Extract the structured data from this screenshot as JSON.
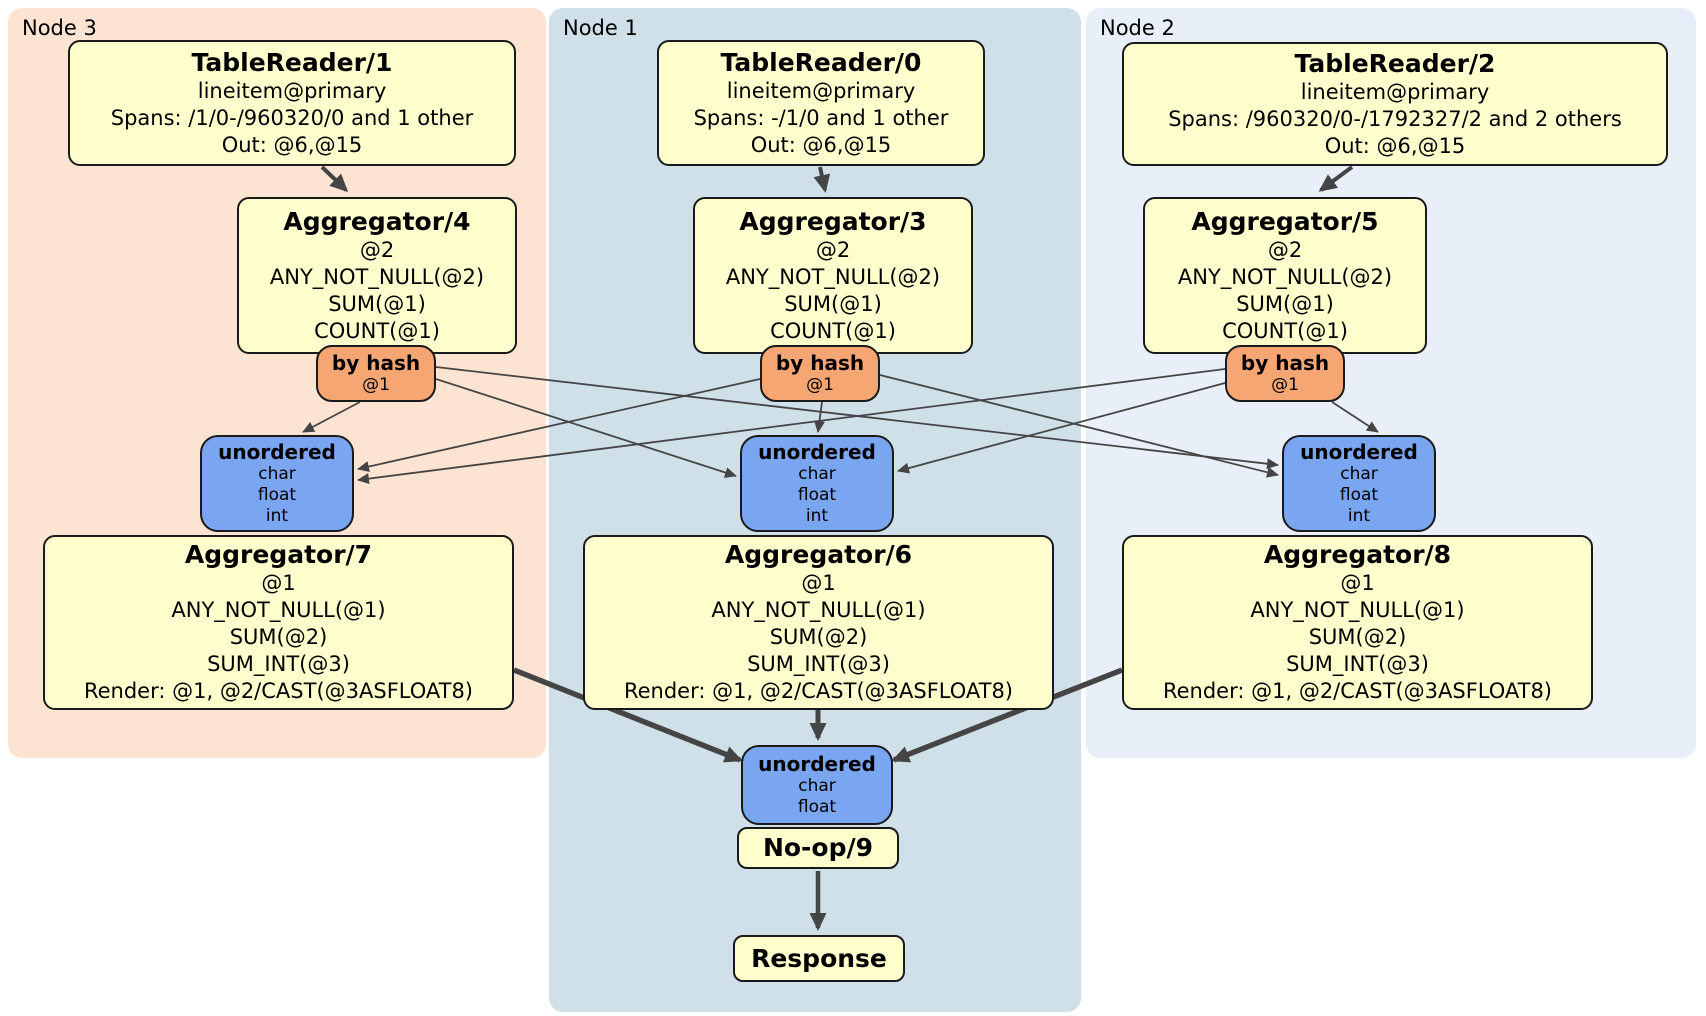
{
  "nodes": [
    {
      "label": "Node 3"
    },
    {
      "label": "Node 1"
    },
    {
      "label": "Node 2"
    }
  ],
  "processors": {
    "tr1": {
      "title": "TableReader/1",
      "index": "lineitem@primary",
      "spans": "Spans: /1/0-/960320/0 and 1 other",
      "out": "Out: @6,@15"
    },
    "tr0": {
      "title": "TableReader/0",
      "index": "lineitem@primary",
      "spans": "Spans: -/1/0 and 1 other",
      "out": "Out: @6,@15"
    },
    "tr2": {
      "title": "TableReader/2",
      "index": "lineitem@primary",
      "spans": "Spans: /960320/0-/1792327/2 and 2 others",
      "out": "Out: @6,@15"
    },
    "agg4": {
      "title": "Aggregator/4",
      "group": "@2",
      "fn1": "ANY_NOT_NULL(@2)",
      "fn2": "SUM(@1)",
      "fn3": "COUNT(@1)"
    },
    "agg3": {
      "title": "Aggregator/3",
      "group": "@2",
      "fn1": "ANY_NOT_NULL(@2)",
      "fn2": "SUM(@1)",
      "fn3": "COUNT(@1)"
    },
    "agg5": {
      "title": "Aggregator/5",
      "group": "@2",
      "fn1": "ANY_NOT_NULL(@2)",
      "fn2": "SUM(@1)",
      "fn3": "COUNT(@1)"
    },
    "agg7": {
      "title": "Aggregator/7",
      "group": "@1",
      "fn1": "ANY_NOT_NULL(@1)",
      "fn2": "SUM(@2)",
      "fn3": "SUM_INT(@3)",
      "render": "Render: @1, @2/CAST(@3ASFLOAT8)"
    },
    "agg6": {
      "title": "Aggregator/6",
      "group": "@1",
      "fn1": "ANY_NOT_NULL(@1)",
      "fn2": "SUM(@2)",
      "fn3": "SUM_INT(@3)",
      "render": "Render: @1, @2/CAST(@3ASFLOAT8)"
    },
    "agg8": {
      "title": "Aggregator/8",
      "group": "@1",
      "fn1": "ANY_NOT_NULL(@1)",
      "fn2": "SUM(@2)",
      "fn3": "SUM_INT(@3)",
      "render": "Render: @1, @2/CAST(@3ASFLOAT8)"
    },
    "noop": {
      "title": "No-op/9"
    },
    "response": {
      "title": "Response"
    }
  },
  "router": {
    "title": "by hash",
    "key": "@1"
  },
  "sync_mid": {
    "title": "unordered",
    "type1": "char",
    "type2": "float",
    "type3": "int"
  },
  "sync_final": {
    "title": "unordered",
    "type1": "char",
    "type2": "float"
  },
  "colors": {
    "node3_bg": "#fce3d2",
    "node1_bg": "#cfe0e9",
    "node2_bg": "#e9eff8",
    "processor_bg": "#ffffce",
    "router_bg": "#f5a673",
    "sync_bg": "#7aa6f1",
    "edge": "#454545"
  }
}
